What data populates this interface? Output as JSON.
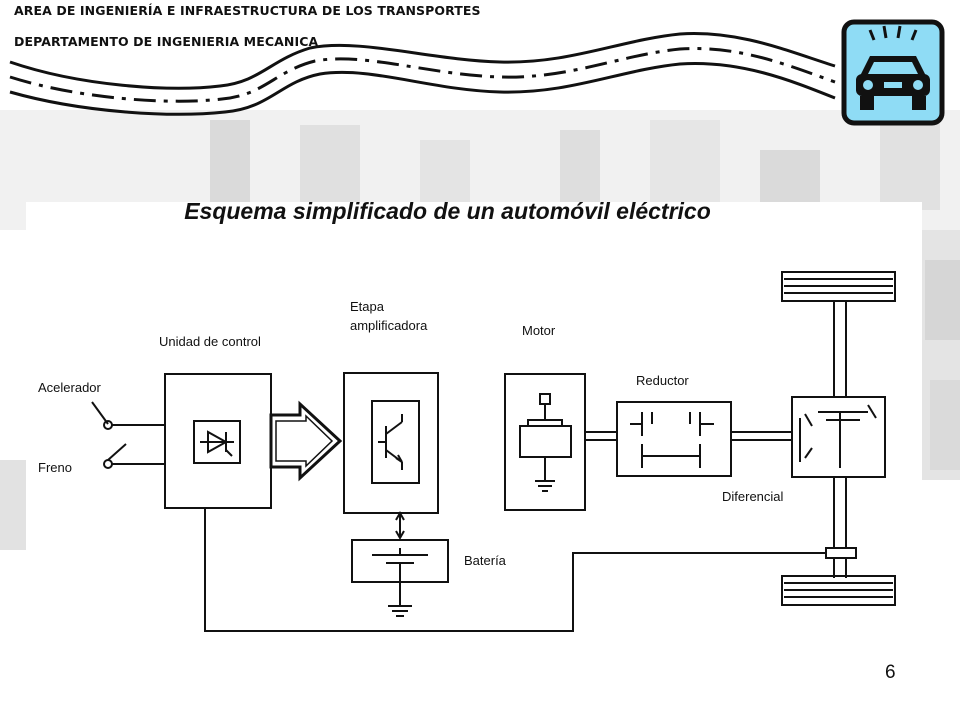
{
  "header": {
    "line1": "AREA DE INGENIERÍA E INFRAESTRUCTURA DE LOS TRANSPORTES",
    "line2": "DEPARTAMENTO DE INGENIERIA MECANICA",
    "logo_icon": "car-icon",
    "logo_color": "#8fdcf5"
  },
  "title": "Esquema simplificado de un automóvil eléctrico",
  "page_number": "6",
  "diagram": {
    "acelerador": "Acelerador",
    "freno": "Freno",
    "unidad_control": "Unidad de control",
    "etapa_line1": "Etapa",
    "etapa_line2": "amplificadora",
    "motor": "Motor",
    "reductor": "Reductor",
    "diferencial": "Diferencial",
    "bateria": "Batería"
  }
}
